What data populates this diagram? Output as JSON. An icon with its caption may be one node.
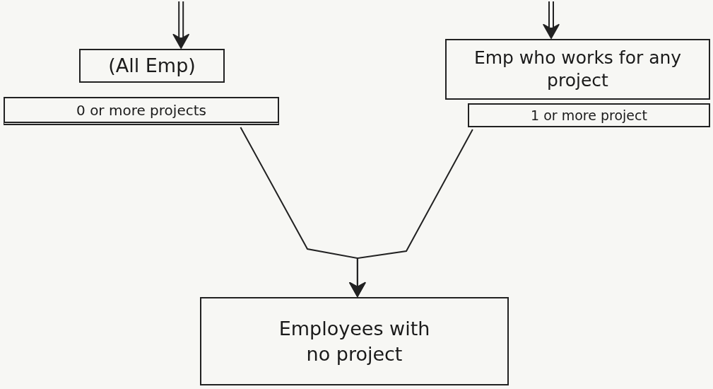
{
  "diagram": {
    "nodes": [
      {
        "text": [
          "(All Emp)"
        ]
      },
      {
        "text": [
          "0 or more projects"
        ]
      },
      {
        "text": [
          "Emp who works for any project"
        ]
      },
      {
        "text": [
          "1 or more project"
        ]
      },
      {
        "text": [
          "Employees with no project"
        ]
      }
    ],
    "edges": [
      {
        "from": null,
        "to": 0,
        "arrow": "to"
      },
      {
        "from": null,
        "to": 2,
        "arrow": "to"
      },
      {
        "from": 1,
        "to": 4,
        "arrow": "to"
      },
      {
        "from": 3,
        "to": 4,
        "arrow": "to"
      }
    ]
  }
}
